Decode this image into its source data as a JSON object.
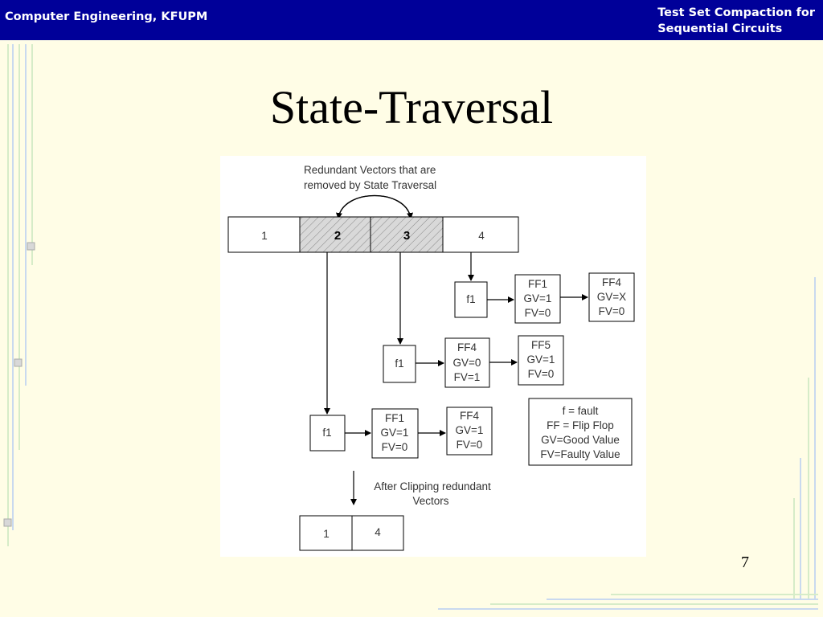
{
  "header": {
    "left": "Computer Engineering, KFUPM",
    "right_line1": "Test Set Compaction for",
    "right_line2": "Sequential Circuits"
  },
  "colors": {
    "header_bg": "#000099",
    "background": "#fffde6",
    "hatch": "#d9d9d9"
  },
  "slide": {
    "title": "State-Traversal",
    "page_number": "7"
  },
  "diagram": {
    "annotation_line1": "Redundant Vectors that are",
    "annotation_line2": "removed by State Traversal",
    "vector_cells": [
      "1",
      "2",
      "3",
      "4"
    ],
    "row1": {
      "fault": "f1",
      "box1": [
        "FF1",
        "GV=1",
        "FV=0"
      ],
      "box2": [
        "FF4",
        "GV=X",
        "FV=0"
      ]
    },
    "row2": {
      "fault": "f1",
      "box1": [
        "FF4",
        "GV=0",
        "FV=1"
      ],
      "box2": [
        "FF5",
        "GV=1",
        "FV=0"
      ]
    },
    "row3": {
      "fault": "f1",
      "box1": [
        "FF1",
        "GV=1",
        "FV=0"
      ],
      "box2": [
        "FF4",
        "GV=1",
        "FV=0"
      ]
    },
    "legend": [
      "f = fault",
      "FF = Flip Flop",
      "GV=Good Value",
      "FV=Faulty Value"
    ],
    "after_line1": "After Clipping redundant",
    "after_line2": "Vectors",
    "result_cells": [
      "1",
      "4"
    ]
  }
}
